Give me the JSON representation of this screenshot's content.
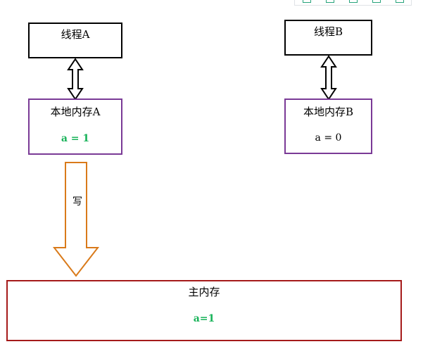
{
  "toolbar": {
    "icons": [
      "toolbar-icon-1",
      "toolbar-icon-2",
      "toolbar-icon-3",
      "toolbar-icon-4",
      "toolbar-icon-5"
    ]
  },
  "thread_a": {
    "label": "线程A"
  },
  "thread_b": {
    "label": "线程B"
  },
  "local_mem_a": {
    "label": "本地内存A",
    "value": "a = 1"
  },
  "local_mem_b": {
    "label": "本地内存B",
    "value": "a = 0"
  },
  "write_arrow": {
    "label": "写"
  },
  "main_mem": {
    "label": "主内存",
    "value": "a=1"
  },
  "colors": {
    "thread_border": "#000000",
    "local_mem_border": "#7a3a96",
    "main_mem_border": "#a51a1a",
    "write_arrow": "#d97a1a",
    "highlight_value": "#19b35a"
  }
}
